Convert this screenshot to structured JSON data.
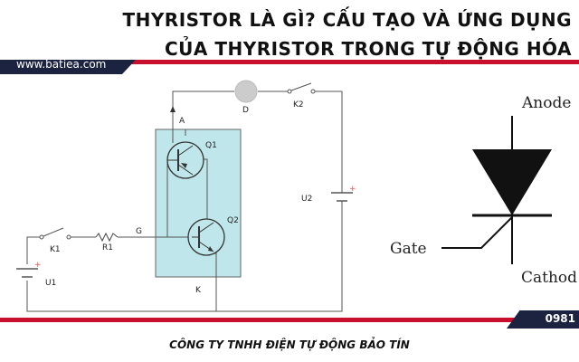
{
  "header": {
    "title_line1": "THYRISTOR LÀ GÌ? CẤU TẠO VÀ ỨNG DỤNG",
    "title_line2": "CỦA THYRISTOR TRONG TỰ ĐỘNG HÓA",
    "website": "www.batiea.com"
  },
  "circuit": {
    "labels": {
      "A": "A",
      "D": "D",
      "K2": "K2",
      "Q1": "Q1",
      "Q2": "Q2",
      "U2": "U2",
      "G": "G",
      "K1": "K1",
      "R1": "R1",
      "U1": "U1",
      "K": "K"
    },
    "colors": {
      "box_fill": "#bfe6ea",
      "lamp": "#cccccc",
      "source_plus": "#d9534f"
    }
  },
  "symbol": {
    "anode": "Anode",
    "gate": "Gate",
    "cathode": "Cathod"
  },
  "footer": {
    "phone": "0981",
    "company": "CÔNG TY TNHH ĐIỆN TỰ ĐỘNG BẢO TÍN"
  },
  "colors": {
    "accent_red": "#c8102e",
    "navy": "#1c2340"
  }
}
